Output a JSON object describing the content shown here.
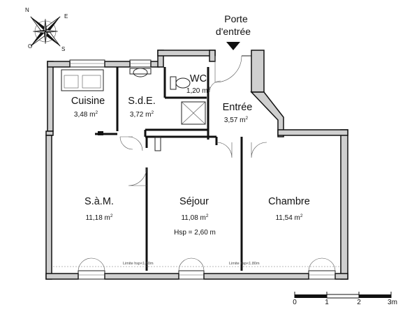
{
  "entrance": {
    "line1": "Porte",
    "line2": "d'entrée"
  },
  "compass": {
    "north": "N",
    "east": "E",
    "south": "S",
    "west": "O"
  },
  "rooms": {
    "cuisine": {
      "name": "Cuisine",
      "area": "3,48 m",
      "sup": "2"
    },
    "sde": {
      "name": "S.d.E.",
      "area": "3,72 m",
      "sup": "2"
    },
    "wc": {
      "name": "WC",
      "area": "1,20 m",
      "sup": "2"
    },
    "entree": {
      "name": "Entrée",
      "area": "3,57 m",
      "sup": "2"
    },
    "sam": {
      "name": "S.à.M.",
      "area": "11,18 m",
      "sup": "2"
    },
    "sejour": {
      "name": "Séjour",
      "area": "11,08 m",
      "sup": "2",
      "hsp": "Hsp = 2,60 m"
    },
    "chambre": {
      "name": "Chambre",
      "area": "11,54 m",
      "sup": "2"
    }
  },
  "limits": {
    "left": "Limite hsp<1.80m",
    "right": "Limite hsp<1.80m"
  },
  "scale_bar": {
    "ticks": [
      "0",
      "1",
      "2",
      "3m"
    ]
  },
  "colors": {
    "wall": "#111111",
    "wall_fill": "#cfcfcf",
    "background": "#ffffff"
  }
}
